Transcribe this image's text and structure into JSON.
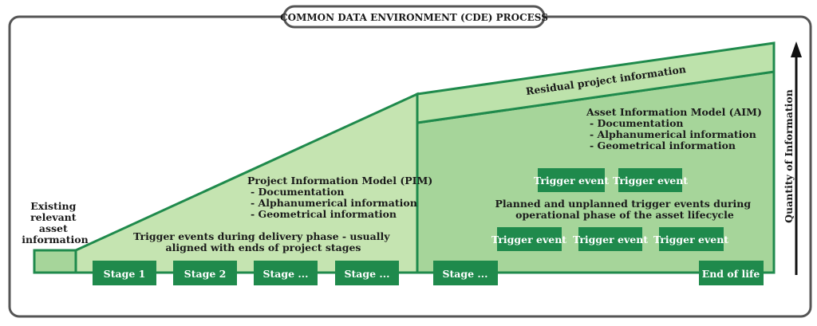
{
  "title": "COMMON DATA ENVIRONMENT (CDE) PROCESS",
  "axis_label": "Quantity of Information",
  "existing": {
    "lines": [
      "Existing",
      "relevant",
      "asset",
      "information"
    ]
  },
  "residual": {
    "label": "Residual project information"
  },
  "pim": {
    "lines": [
      "Project Information Model (PIM)",
      "- Documentation",
      "- Alphanumerical information",
      "- Geometrical information"
    ],
    "trigger_text": [
      "Trigger events during delivery phase - usually",
      "aligned with ends of project stages"
    ]
  },
  "aim": {
    "lines": [
      "Asset Information Model (AIM)",
      "- Documentation",
      "- Alphanumerical information",
      "- Geometrical information"
    ],
    "trigger_text": [
      "Planned and unplanned trigger events during",
      "operational phase of the asset lifecycle"
    ]
  },
  "trigger_label": "Trigger event",
  "stages": [
    "Stage 1",
    "Stage 2",
    "Stage ...",
    "Stage ...",
    "Stage ..."
  ],
  "end_of_life": "End of life",
  "colors": {
    "border_grey": "#555555",
    "green_dark": "#1f8a4c",
    "green_fill_light": "#c5e4b1",
    "green_fill_mid": "#a6d59a",
    "green_residual": "#bde2ab",
    "arrow": "#111111"
  }
}
